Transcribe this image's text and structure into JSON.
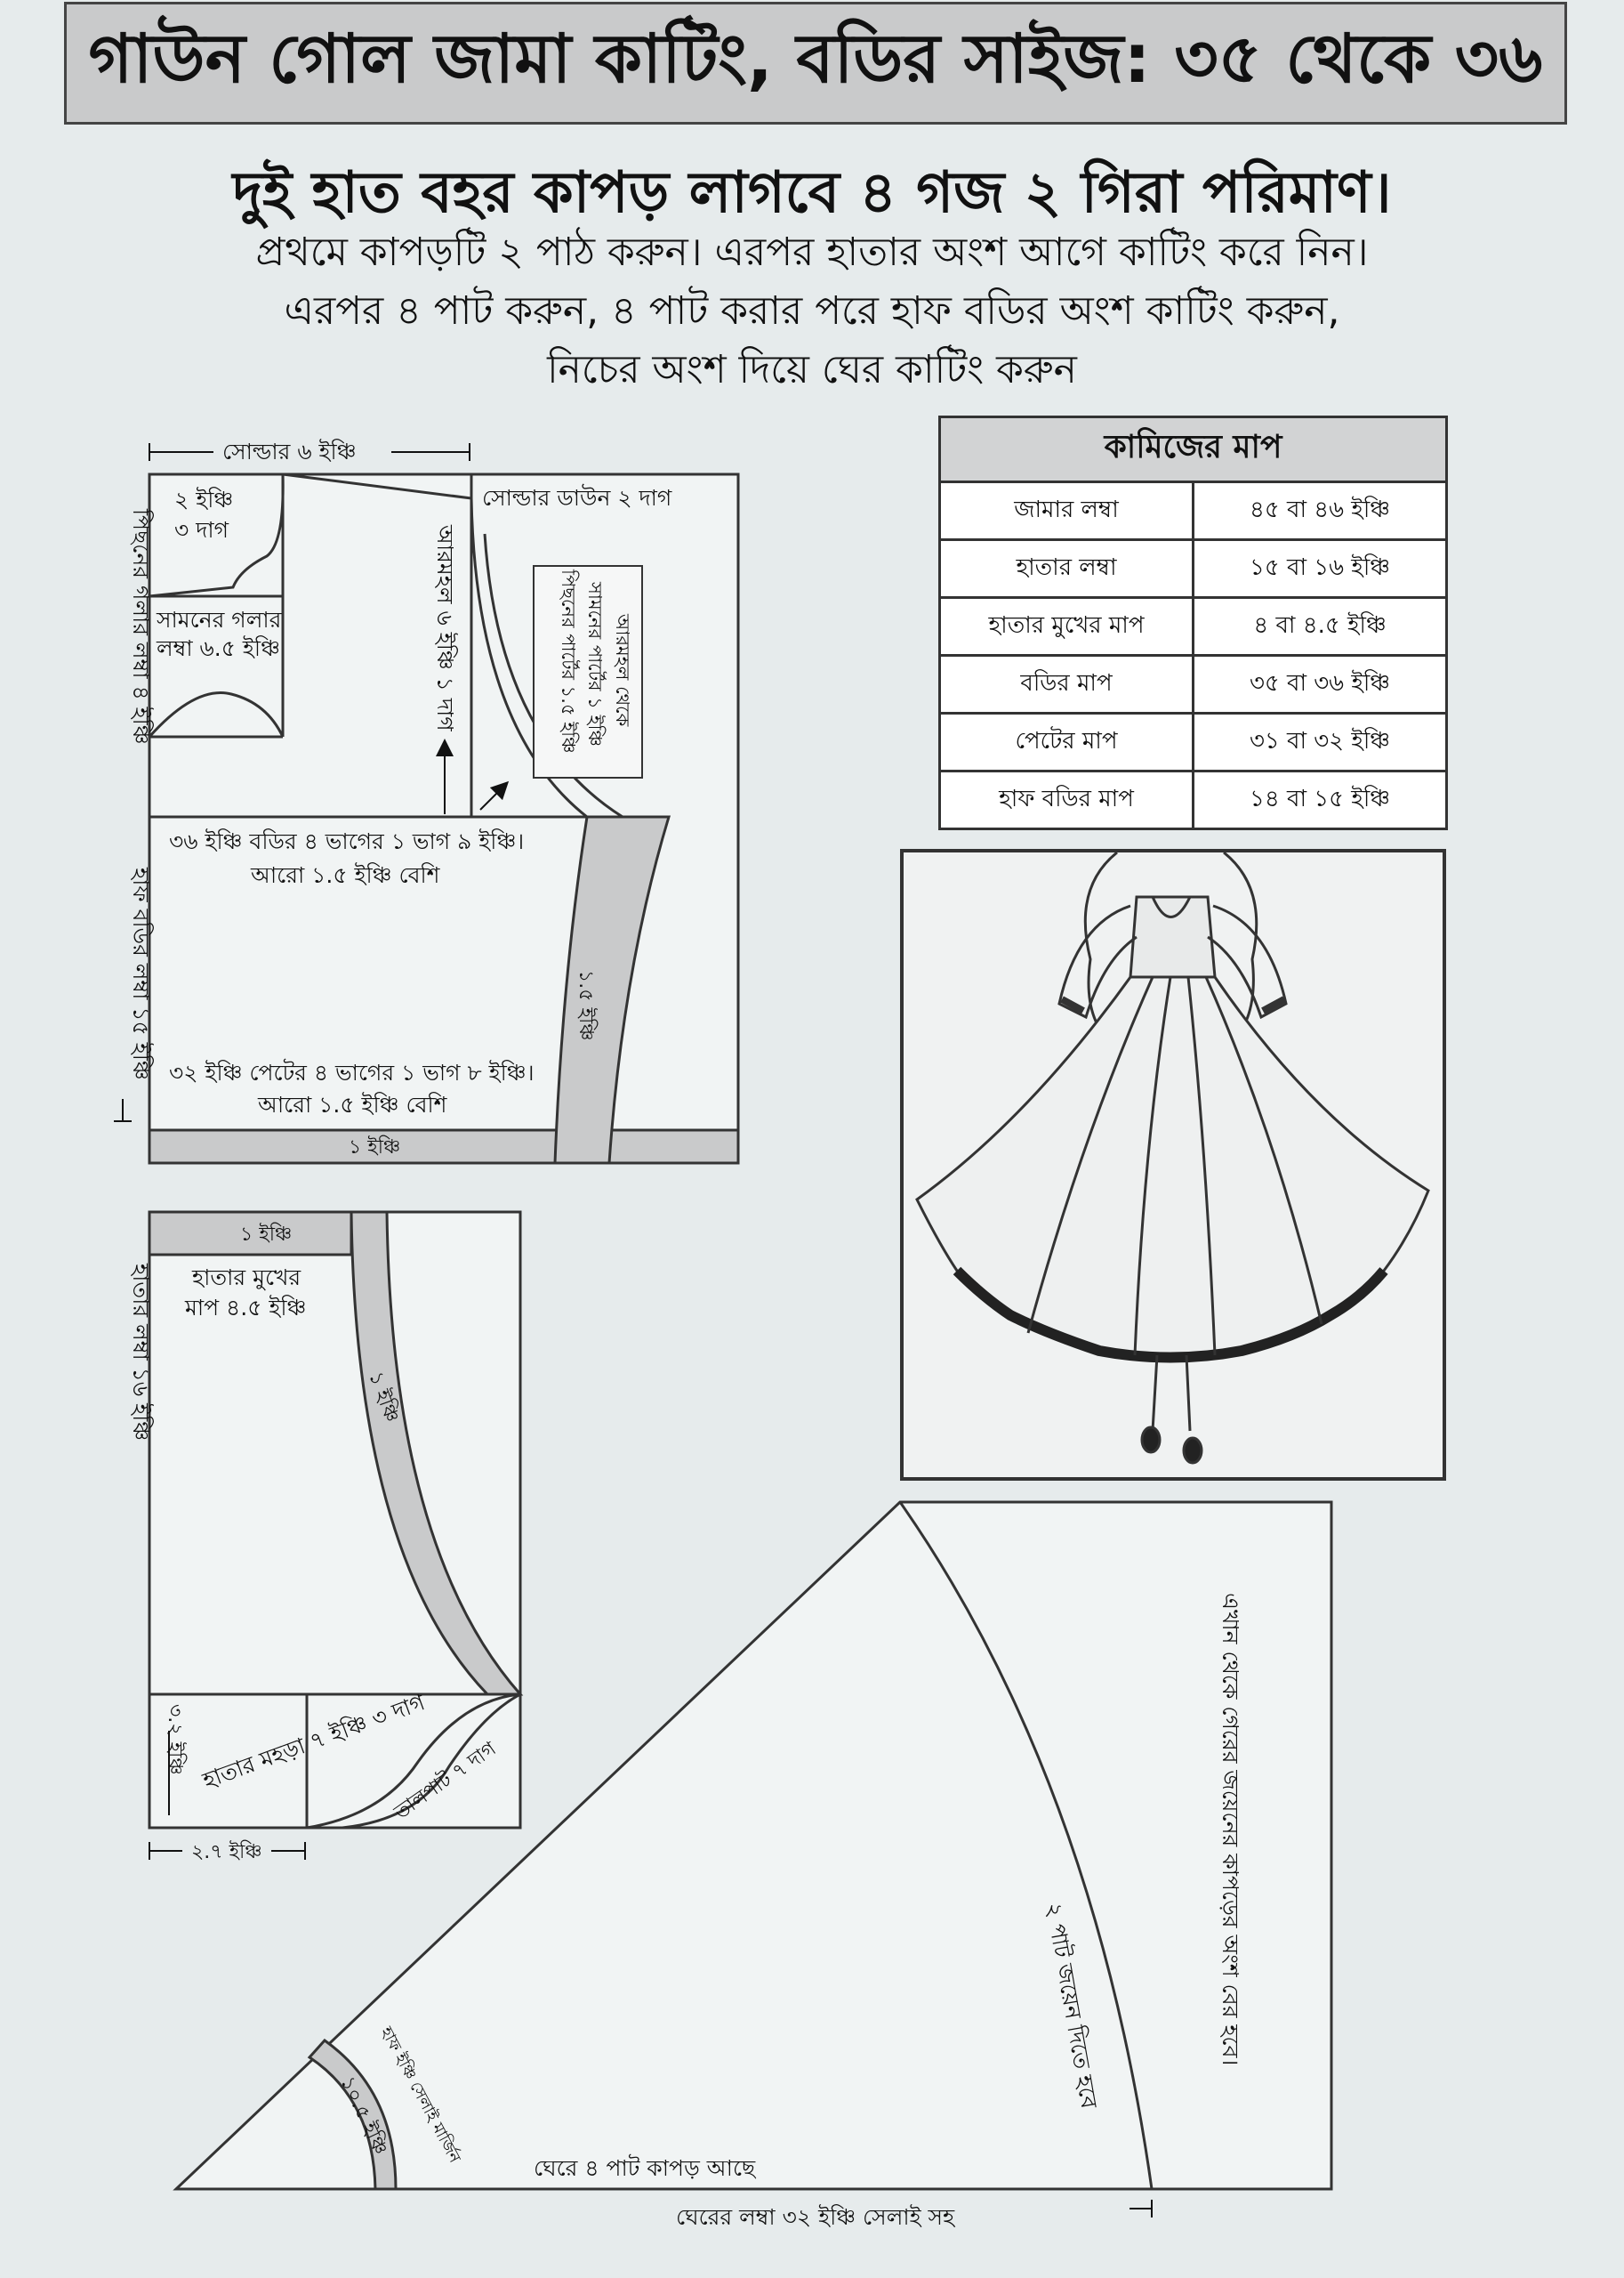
{
  "header": {
    "title": "গাউন গোল জামা কাটিং, বডির সাইজ: ৩৫ থেকে ৩৬",
    "line1": "দুই হাত বহর কাপড় লাগবে ৪ গজ ২ গিরা পরিমাণ।",
    "line2": "প্রথমে কাপড়টি ২ পাঠ করুন। এরপর হাতার অংশ আগে কাটিং করে নিন।",
    "line3": "এরপর ৪ পাট করুন, ৪ পাট করার পরে হাফ বডির অংশ কাটিং করুন,",
    "line4": "নিচের অংশ দিয়ে ঘের কাটিং করুন"
  },
  "table": {
    "title": "কামিজের মাপ",
    "rows": [
      {
        "label": "জামার লম্বা",
        "value": "৪৫ বা ৪৬ ইঞ্চি"
      },
      {
        "label": "হাতার লম্বা",
        "value": "১৫ বা ১৬ ইঞ্চি"
      },
      {
        "label": "হাতার মুখের মাপ",
        "value": "৪ বা ৪.৫ ইঞ্চি"
      },
      {
        "label": "বডির মাপ",
        "value": "৩৫ বা ৩৬ ইঞ্চি"
      },
      {
        "label": "পেটের মাপ",
        "value": "৩১ বা ৩২ ইঞ্চি"
      },
      {
        "label": "হাফ বডির মাপ",
        "value": "১৪ বা ১৫ ইঞ্চি"
      }
    ]
  },
  "bodice": {
    "shoulder_width": "সোল্ডার ৬ ইঞ্চি",
    "shoulder_down": "সোল্ডার ডাউন ২ দাগ",
    "neck_depth": "২ ইঞ্চি\n৩ দাগ",
    "front_neck": "সামনের গলার\nলম্বা ৬.৫ ইঞ্চি",
    "back_neck": "পিছনের গলার লম্বা ৪ ইঞ্চি",
    "armhole": "আরমহল ৬ ইঞ্চি ১ দাগ",
    "armhole_note_1": "আরমহল থেকে",
    "armhole_note_2": "সামনের পার্টের ১ ইঞ্চি",
    "armhole_note_3": "পিছনের পার্টের ১.৫ ইঞ্চি",
    "chest": "৩৬ ইঞ্চি বডির ৪ ভাগের ১ ভাগ ৯ ইঞ্চি।",
    "chest_extra": "আরো ১.৫ ইঞ্চি বেশি",
    "waist": "৩২ ইঞ্চি পেটের ৪ ভাগের ১ ভাগ ৮ ইঞ্চি।",
    "waist_extra": "আরো ১.৫ ইঞ্চি বেশি",
    "half_body_length": "হাফ বডির লম্বা ১৫ ইঞ্চি",
    "side_allowance": "১.৫ ইঞ্চি",
    "bottom_allowance": "১ ইঞ্চি"
  },
  "sleeve": {
    "top_allowance": "১ ইঞ্চি",
    "cuff": "হাতার মুখের\nমাপ ৪.৫ ইঞ্চি",
    "length": "হাতার লম্বা ১৬ ইঞ্চি",
    "side_allowance": "১ ইঞ্চি",
    "bicep_depth": "৩.২ ইঞ্চি",
    "bicep": "হাতার মহড়া ৭ ইঞ্চি ৩ দাগ",
    "cap": "তালপাট ৭ দাগ",
    "width": "২.৭ ইঞ্চি"
  },
  "skirt": {
    "side_note": "এখান থেকে গেরের জয়েনের কাপড়ের অংশ বের হবে।",
    "fold_note": "২ পাট জয়েন দিতে হবে",
    "top_seam": "হাফ ইঞ্চি সেলাই মার্জিন",
    "top_radius": "১০.৫ ইঞ্চি",
    "bottom_note": "ঘেরে ৪ পাট কাপড় আছে",
    "length": "ঘেরের লম্বা ৩২ ইঞ্চি সেলাই সহ"
  },
  "colors": {
    "background": "#e6ebec",
    "band": "#c9cacb",
    "line": "#333333"
  }
}
